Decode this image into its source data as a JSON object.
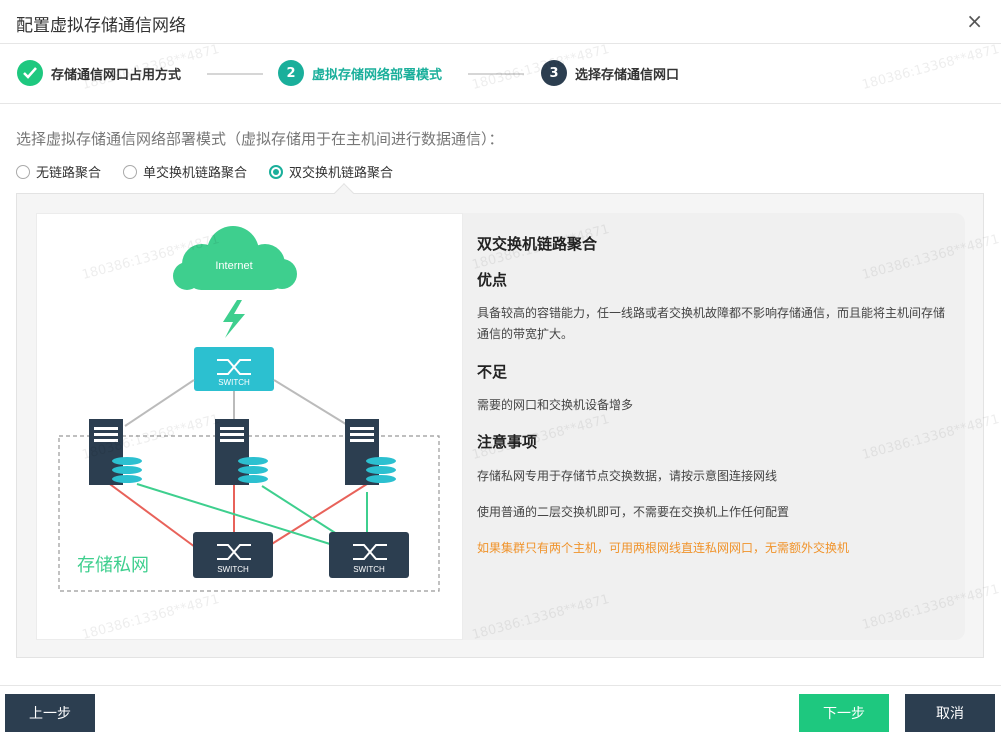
{
  "dialog": {
    "title": "配置虚拟存储通信网络",
    "close_glyph": "×"
  },
  "steps": [
    {
      "label": "存储通信网口占用方式",
      "state": "done",
      "number": ""
    },
    {
      "label": "虚拟存储网络部署模式",
      "state": "active",
      "number": "2"
    },
    {
      "label": "选择存储通信网口",
      "state": "pending",
      "number": "3"
    }
  ],
  "prompt": "选择虚拟存储通信网络部署模式（虚拟存储用于在主机间进行数据通信）：",
  "radios": [
    {
      "label": "无链路聚合",
      "selected": false
    },
    {
      "label": "单交换机链路聚合",
      "selected": false
    },
    {
      "label": "双交换机链路聚合",
      "selected": true
    }
  ],
  "diagram": {
    "internet_label": "Internet",
    "switch_label": "SWITCH",
    "storage_net_label": "存储私网"
  },
  "info": {
    "title": "双交换机链路聚合",
    "pros_heading": "优点",
    "pros_text": "具备较高的容错能力，任一线路或者交换机故障都不影响存储通信，而且能将主机间存储通信的带宽扩大。",
    "cons_heading": "不足",
    "cons_text": "需要的网口和交换机设备增多",
    "notes_heading": "注意事项",
    "note1": "存储私网专用于存储节点交换数据，请按示意图连接网线",
    "note2": "使用普通的二层交换机即可，不需要在交换机上作任何配置",
    "note_warn": "如果集群只有两个主机，可用两根网线直连私网网口，无需额外交换机"
  },
  "footer": {
    "prev": "上一步",
    "next": "下一步",
    "cancel": "取消"
  },
  "watermark": "180386:13368**4871",
  "colors": {
    "accent": "#1aaf9b",
    "done": "#1ec87f",
    "dark": "#2c3e50",
    "warn": "#f0932b",
    "link_red": "#e8625a",
    "link_green": "#3ecf8e"
  }
}
